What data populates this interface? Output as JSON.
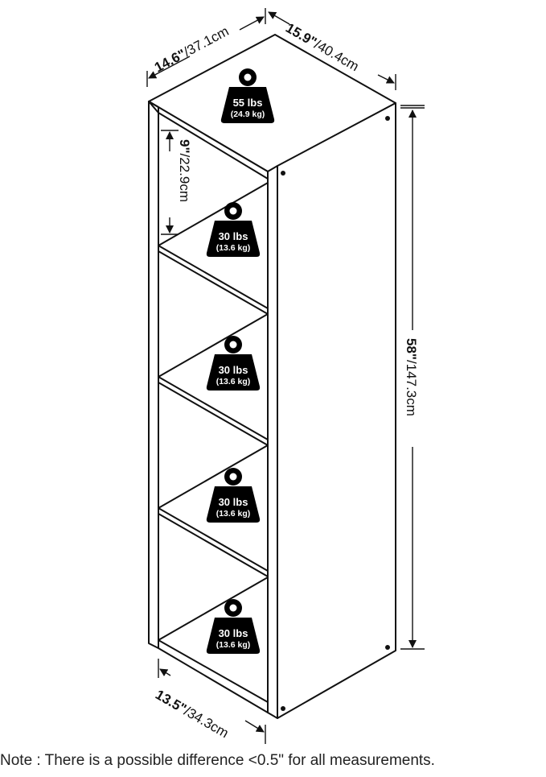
{
  "dimensions": {
    "depth_top": {
      "in": "14.6\"",
      "cm": "/37.1cm"
    },
    "width_top": {
      "in": "15.9\"",
      "cm": "/40.4cm"
    },
    "height": {
      "in": "58\"",
      "cm": "/147.3cm"
    },
    "cubby": {
      "in": "9\"",
      "cm": "/22.9cm"
    },
    "depth_bottom": {
      "in": "13.5\"",
      "cm": "/34.3cm"
    }
  },
  "weights": {
    "top": {
      "lbs": "55 lbs",
      "kg": "(24.9 kg)"
    },
    "shelf1": {
      "lbs": "30 lbs",
      "kg": "(13.6 kg)"
    },
    "shelf2": {
      "lbs": "30 lbs",
      "kg": "(13.6 kg)"
    },
    "shelf3": {
      "lbs": "30 lbs",
      "kg": "(13.6 kg)"
    },
    "shelf4": {
      "lbs": "30 lbs",
      "kg": "(13.6 kg)"
    }
  },
  "note": "Note : There is a possible difference <0.5\" for all measurements."
}
